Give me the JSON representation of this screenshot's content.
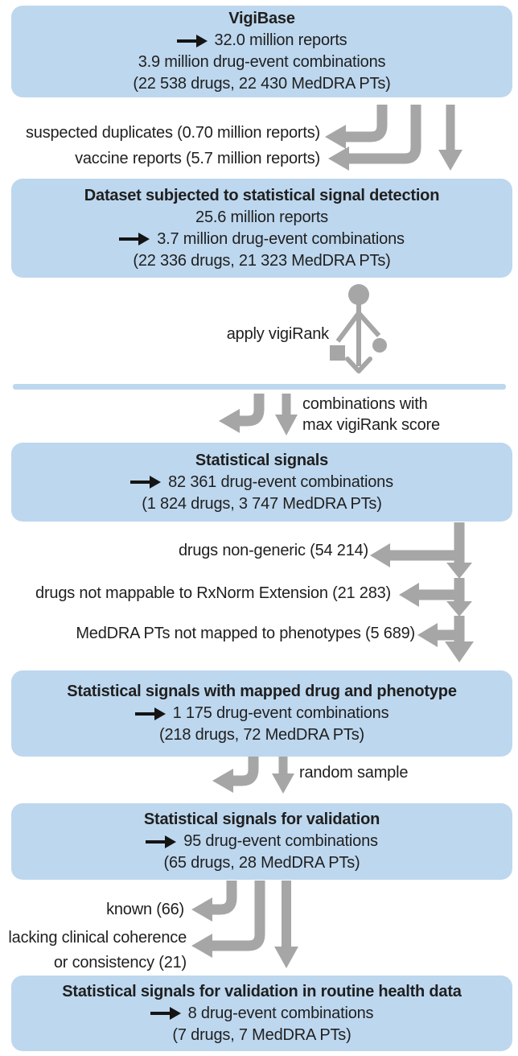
{
  "colors": {
    "box_fill": "#BDD7EE",
    "arrow_gray": "#A6A6A6",
    "text": "#1F1F1F",
    "flow_arrow_black": "#141414"
  },
  "icons": {
    "flow_arrow": "black-right-arrow",
    "elbow_arrow": "gray-down-left-elbow-arrow",
    "down_arrow": "gray-down-arrow",
    "vigirank_branch": "branching-tree-icon"
  },
  "boxes": [
    {
      "title": "VigiBase",
      "line1": "32.0 million reports",
      "line2": "3.9 million drug-event combinations",
      "line3": "(22 538 drugs, 22 430 MedDRA PTs)"
    },
    {
      "title": "Dataset subjected to statistical signal detection",
      "line1": "25.6 million reports",
      "line2": "3.7 million drug-event combinations",
      "line3": "(22 336 drugs, 21 323 MedDRA PTs)"
    },
    {
      "title": "Statistical signals",
      "line1": "82 361 drug-event combinations",
      "line2": "(1 824 drugs, 3 747 MedDRA PTs)"
    },
    {
      "title": "Statistical signals with mapped drug and phenotype",
      "line1": "1 175 drug-event combinations",
      "line2": "(218 drugs, 72 MedDRA PTs)"
    },
    {
      "title": "Statistical signals for validation",
      "line1": "95 drug-event combinations",
      "line2": "(65 drugs, 28 MedDRA PTs)"
    },
    {
      "title": "Statistical signals for validation in routine health data",
      "line1": "8 drug-event combinations",
      "line2": "(7 drugs, 7 MedDRA PTs)"
    }
  ],
  "exclusions": {
    "suspected_duplicates": "suspected duplicates (0.70 million reports)",
    "vaccine_reports": "vaccine reports (5.7 million reports)",
    "drugs_non_generic": "drugs non-generic (54 214)",
    "drugs_not_mappable": "drugs not mappable to RxNorm Extension (21 283)",
    "meddra_not_mapped": "MedDRA PTs not mapped to phenotypes (5 689)",
    "known": "known (66)",
    "lacking_line1": "lacking clinical coherence",
    "lacking_line2": "or consistency (21)"
  },
  "process_labels": {
    "apply_vigirank": "apply vigiRank",
    "max_vigirank_line1": "combinations with",
    "max_vigirank_line2": "max vigiRank score",
    "random_sample": "random sample"
  }
}
